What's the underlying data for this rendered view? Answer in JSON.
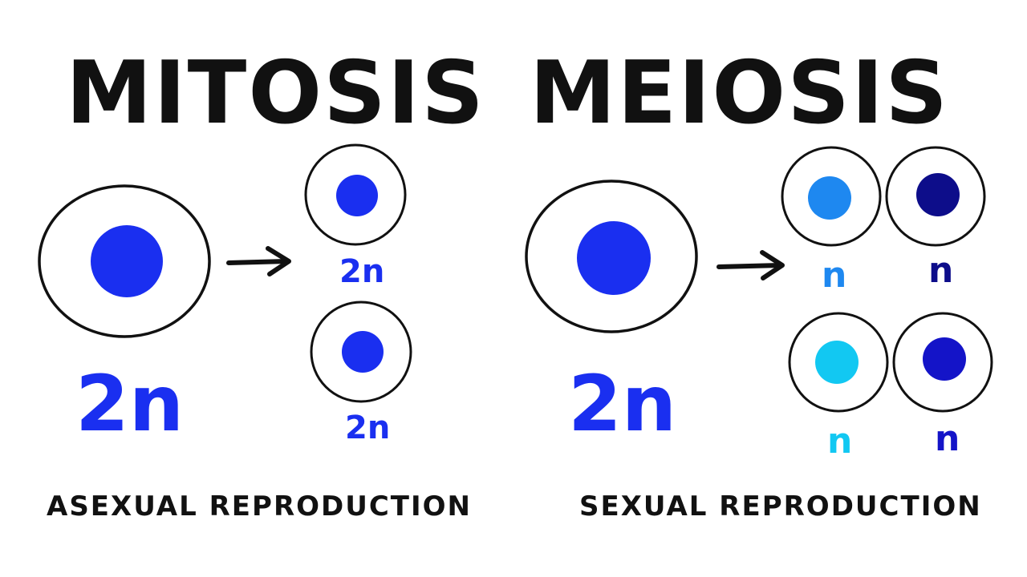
{
  "mitosis": {
    "title": "MITOSIS",
    "parent_label": "2n",
    "daughter_labels": [
      "2n",
      "2n"
    ],
    "caption": "ASEXUAL REPRODUCTION"
  },
  "meiosis": {
    "title": "MEIOSIS",
    "parent_label": "2n",
    "daughter_labels": [
      "n",
      "n",
      "n",
      "n"
    ],
    "caption": "SEXUAL REPRODUCTION"
  },
  "colors": {
    "outline": "#111111",
    "nucleus_main": "#1a2ff0",
    "mitosis_daughter": "#1a2ff0",
    "meiosis_daughter_1": "#1e88f0",
    "meiosis_daughter_2": "#0d0d8a",
    "meiosis_daughter_3": "#12c8f2",
    "meiosis_daughter_4": "#1414c8"
  }
}
